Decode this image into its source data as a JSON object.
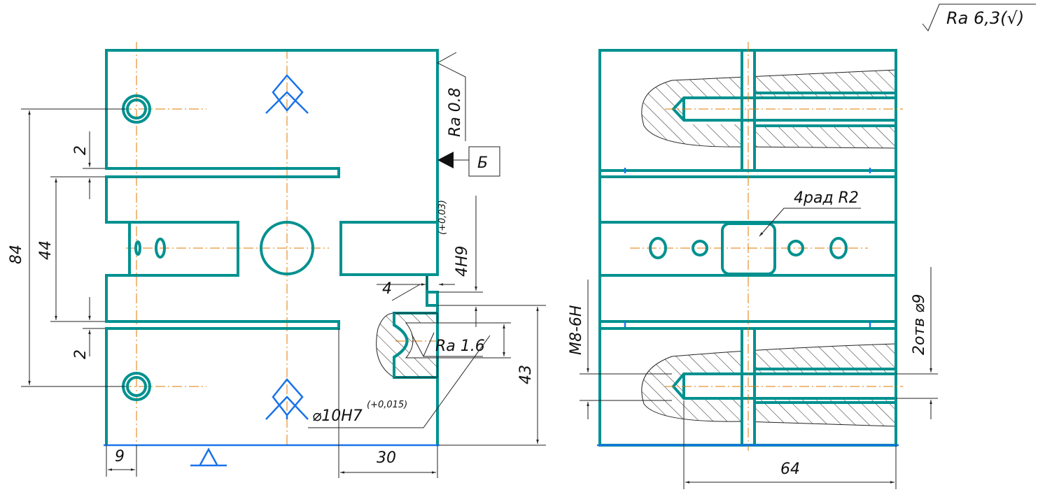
{
  "colors": {
    "part_outline": "#00918f",
    "axis_line": "#e07800",
    "base_blue": "#1a73e8",
    "dimension": "#222222"
  },
  "roughness": {
    "general": "Ra 6,3(√)",
    "ra_08": "Ra 0.8",
    "ra_16": "Ra 1.6"
  },
  "datum": {
    "letter": "Б"
  },
  "left_view": {
    "dims": {
      "d84": "84",
      "d44": "44",
      "d2_top": "2",
      "d2_bottom": "2",
      "d9": "9",
      "d30": "30",
      "d43": "43",
      "d4": "4",
      "slot": "4H9",
      "slot_tol": "(+0,03)",
      "bore": "⌀10H7",
      "bore_tol": "(+0,015)"
    }
  },
  "right_view": {
    "dims": {
      "d64": "64",
      "thread": "M8-6H",
      "holes": "2отв ⌀9",
      "radius": "4рад R2"
    }
  }
}
